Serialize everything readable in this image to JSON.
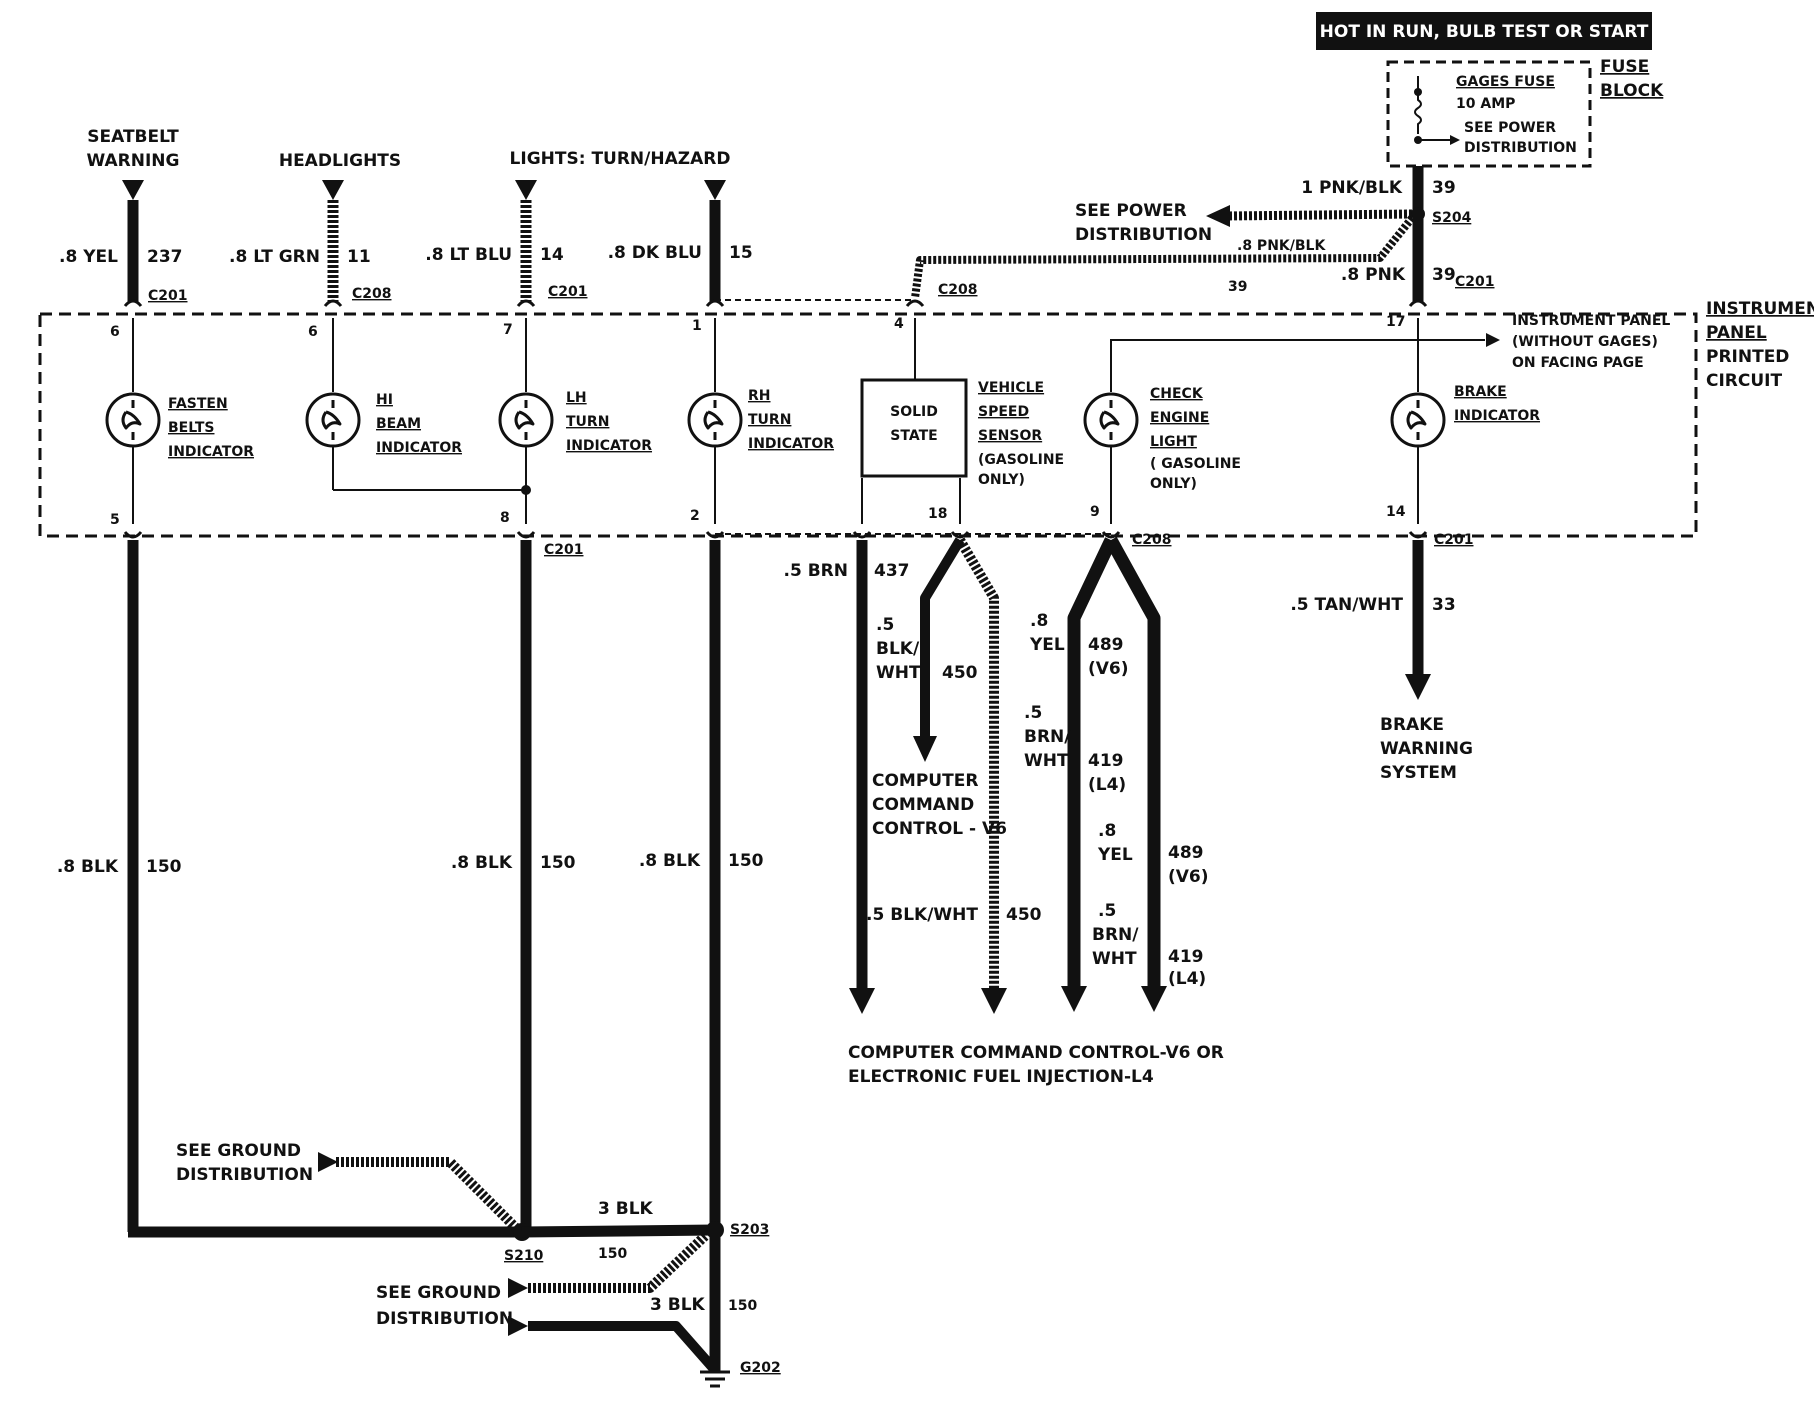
{
  "header": {
    "banner": "HOT IN RUN,  BULB TEST OR START"
  },
  "fuse_block": {
    "title": "GAGES FUSE",
    "rating": "10 AMP",
    "see1": "SEE POWER",
    "see2": "DISTRIBUTION",
    "block1": "FUSE",
    "block2": "BLOCK"
  },
  "panel": {
    "l1": "INSTRUMENT",
    "l2": "PANEL",
    "l3": "PRINTED",
    "l4": "CIRCUIT"
  },
  "sources": {
    "seatbelt1": "SEATBELT",
    "seatbelt2": "WARNING",
    "headlights": "HEADLIGHTS",
    "turn": "LIGHTS: TURN/HAZARD"
  },
  "wires": {
    "w237": ".8 YEL",
    "c237": "237",
    "w11": ".8 LT GRN",
    "c11": "11",
    "w14": ".8 LT BLU",
    "c14": "14",
    "w15": ".8 DK BLU",
    "c15": "15",
    "w39a": "1 PNK/BLK",
    "c39a": "39",
    "w39b": ".8 PNK/BLK",
    "c39b": "39",
    "w39c": ".8 PNK",
    "c39c": "39",
    "w437": ".5 BRN",
    "c437": "437",
    "w450a1": ".5",
    "w450a2": "BLK/",
    "w450a3": "WHT",
    "c450a": "450",
    "w450b": ".5 BLK/WHT",
    "c450b": "450",
    "w489a1": ".8",
    "w489a2": "YEL",
    "c489a1": "489",
    "c489a2": "(V6)",
    "w419a1": ".5",
    "w419a2": "BRN/",
    "w419a3": "WHT",
    "c419a1": "419",
    "c419a2": "(L4)",
    "w489b1": ".8",
    "w489b2": "YEL",
    "c489b1": "489",
    "c489b2": "(V6)",
    "w419b1": ".5",
    "w419b2": "BRN/",
    "w419b3": "WHT",
    "c419b1": "419",
    "c419b2": "(L4)",
    "w33": ".5 TAN/WHT",
    "c33": "33",
    "w150a": ".8 BLK",
    "c150a": "150",
    "w150b": ".8 BLK",
    "c150b": "150",
    "w150c": ".8 BLK",
    "c150c": "150",
    "w3blk1": "3 BLK",
    "c150d": "150",
    "w3blk2": "3 BLK",
    "c150e": "150"
  },
  "connectors": {
    "c201": "C201",
    "c208": "C208",
    "s204": "S204",
    "s203": "S203",
    "s210": "S210",
    "g202": "G202"
  },
  "pins": {
    "p6a": "6",
    "p6b": "6",
    "p7": "7",
    "p1": "1",
    "p4": "4",
    "p17": "17",
    "p5": "5",
    "p8": "8",
    "p2": "2",
    "p18": "18",
    "p9": "9",
    "p14": "14"
  },
  "indicators": {
    "fasten1": "FASTEN",
    "fasten2": "BELTS",
    "fasten3": "INDICATOR",
    "hi1": "HI",
    "hi2": "BEAM",
    "hi3": "INDICATOR",
    "lh1": "LH",
    "lh2": "TURN",
    "lh3": "INDICATOR",
    "rh1": "RH",
    "rh2": "TURN",
    "rh3": "INDICATOR",
    "check1": "CHECK",
    "check2": "ENGINE",
    "check3": "LIGHT",
    "check4": "( GASOLINE",
    "check5": "ONLY)",
    "brake1": "BRAKE",
    "brake2": "INDICATOR"
  },
  "solid_state": {
    "l1": "SOLID",
    "l2": "STATE"
  },
  "vss": {
    "l1": "VEHICLE",
    "l2": "SPEED",
    "l3": "SENSOR",
    "l4": "(GASOLINE",
    "l5": "ONLY)"
  },
  "instrument_note": {
    "l1": "INSTRUMENT PANEL",
    "l2": "(WITHOUT GAGES)",
    "l3": "ON FACING PAGE"
  },
  "power_dist": {
    "l1": "SEE POWER",
    "l2": "DISTRIBUTION"
  },
  "ccc": {
    "l1": "COMPUTER",
    "l2": "COMMAND",
    "l3": "CONTROL - V6"
  },
  "bottom_note": {
    "l1": "COMPUTER COMMAND CONTROL-V6 OR",
    "l2": "ELECTRONIC FUEL INJECTION-L4"
  },
  "brake_sys": {
    "l1": "BRAKE",
    "l2": "WARNING",
    "l3": "SYSTEM"
  },
  "ground": {
    "a1": "SEE GROUND",
    "a2": "DISTRIBUTION",
    "b1": "SEE GROUND",
    "b2": "DISTRIBUTION"
  }
}
